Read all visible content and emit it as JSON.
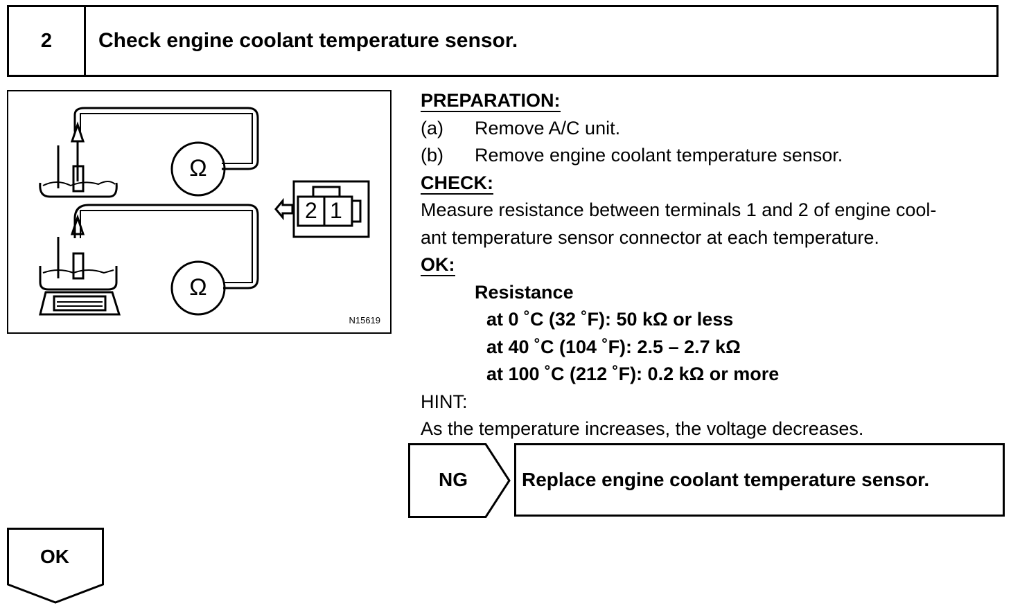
{
  "step": {
    "number": "2",
    "title": "Check engine coolant temperature sensor."
  },
  "figure": {
    "code": "N15619",
    "ohm_symbol": "Ω",
    "connector_terminals": [
      "2",
      "1"
    ]
  },
  "preparation": {
    "label": "PREPARATION:",
    "items": [
      {
        "letter": "(a)",
        "text": "Remove A/C unit."
      },
      {
        "letter": "(b)",
        "text": "Remove engine coolant temperature sensor."
      }
    ]
  },
  "check": {
    "label": "CHECK:",
    "lines": [
      "Measure resistance between terminals 1 and 2 of engine cool-",
      "ant temperature sensor connector at each temperature."
    ]
  },
  "ok": {
    "label": "OK:",
    "title": "Resistance",
    "specs": [
      "at 0 ˚C (32 ˚F): 50 kΩ or less",
      "at 40 ˚C (104 ˚F): 2.5 – 2.7 kΩ",
      "at 100 ˚C (212 ˚F): 0.2 kΩ or more"
    ]
  },
  "hint": {
    "label": "HINT:",
    "text": "As the temperature increases, the voltage decreases."
  },
  "ng_branch": {
    "label": "NG",
    "action": "Replace engine coolant temperature sensor."
  },
  "ok_branch": {
    "label": "OK"
  }
}
